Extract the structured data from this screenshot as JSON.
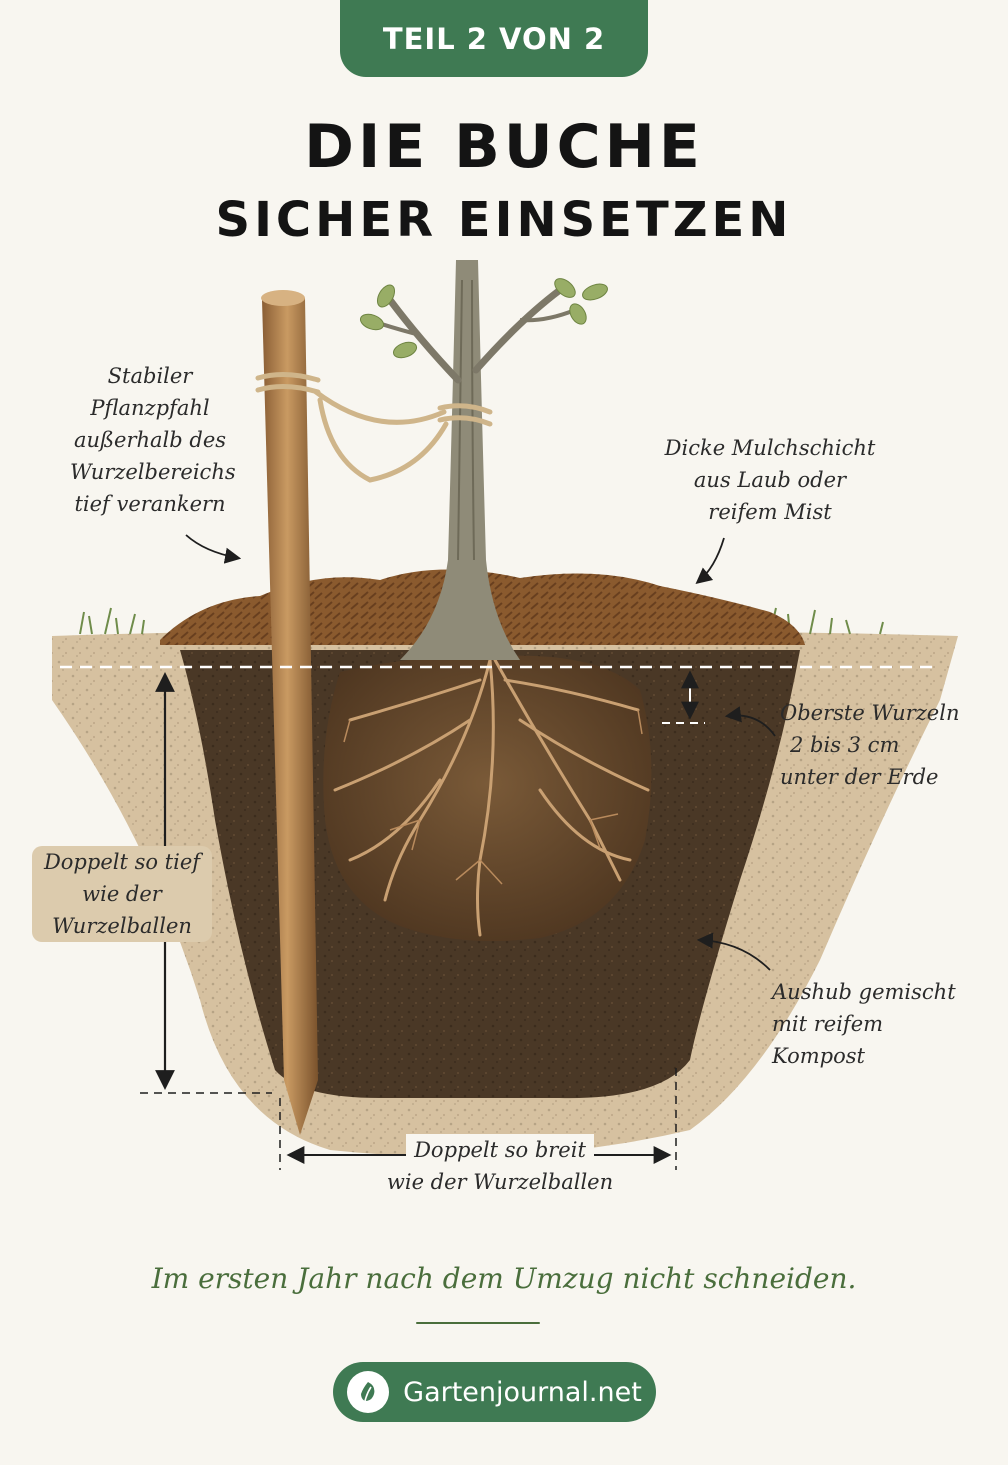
{
  "badge": "TEIL 2 VON 2",
  "title": {
    "line1": "DIE BUCHE",
    "line2": "SICHER EINSETZEN"
  },
  "notes": {
    "stake": [
      "Stabiler",
      "Pflanzpfahl",
      "außerhalb des",
      "Wurzelbereichs",
      "tief verankern"
    ],
    "mulch": [
      "Dicke Mulchschicht",
      "aus Laub oder",
      "reifem Mist"
    ],
    "roots_top": [
      "Oberste Wurzeln",
      "2 bis 3 cm",
      "unter der Erde"
    ],
    "depth": [
      "Doppelt so tief",
      "wie der",
      "Wurzelballen"
    ],
    "backfill": [
      "Aushub gemischt",
      "mit reifem",
      "Kompost"
    ],
    "width": [
      "Doppelt so breit",
      "wie der Wurzelballen"
    ]
  },
  "tip": "Im ersten Jahr nach dem Umzug nicht schneiden.",
  "brand": {
    "name": "Gartenjournal.net",
    "icon": "leaf-icon"
  },
  "colors": {
    "brand_green": "#3f7a53",
    "soil_dark": "#4a3826",
    "soil_light": "#c9b08a",
    "mulch": "#8a5a2e",
    "wood": "#b88752",
    "tip_green": "#4a6e3c"
  }
}
